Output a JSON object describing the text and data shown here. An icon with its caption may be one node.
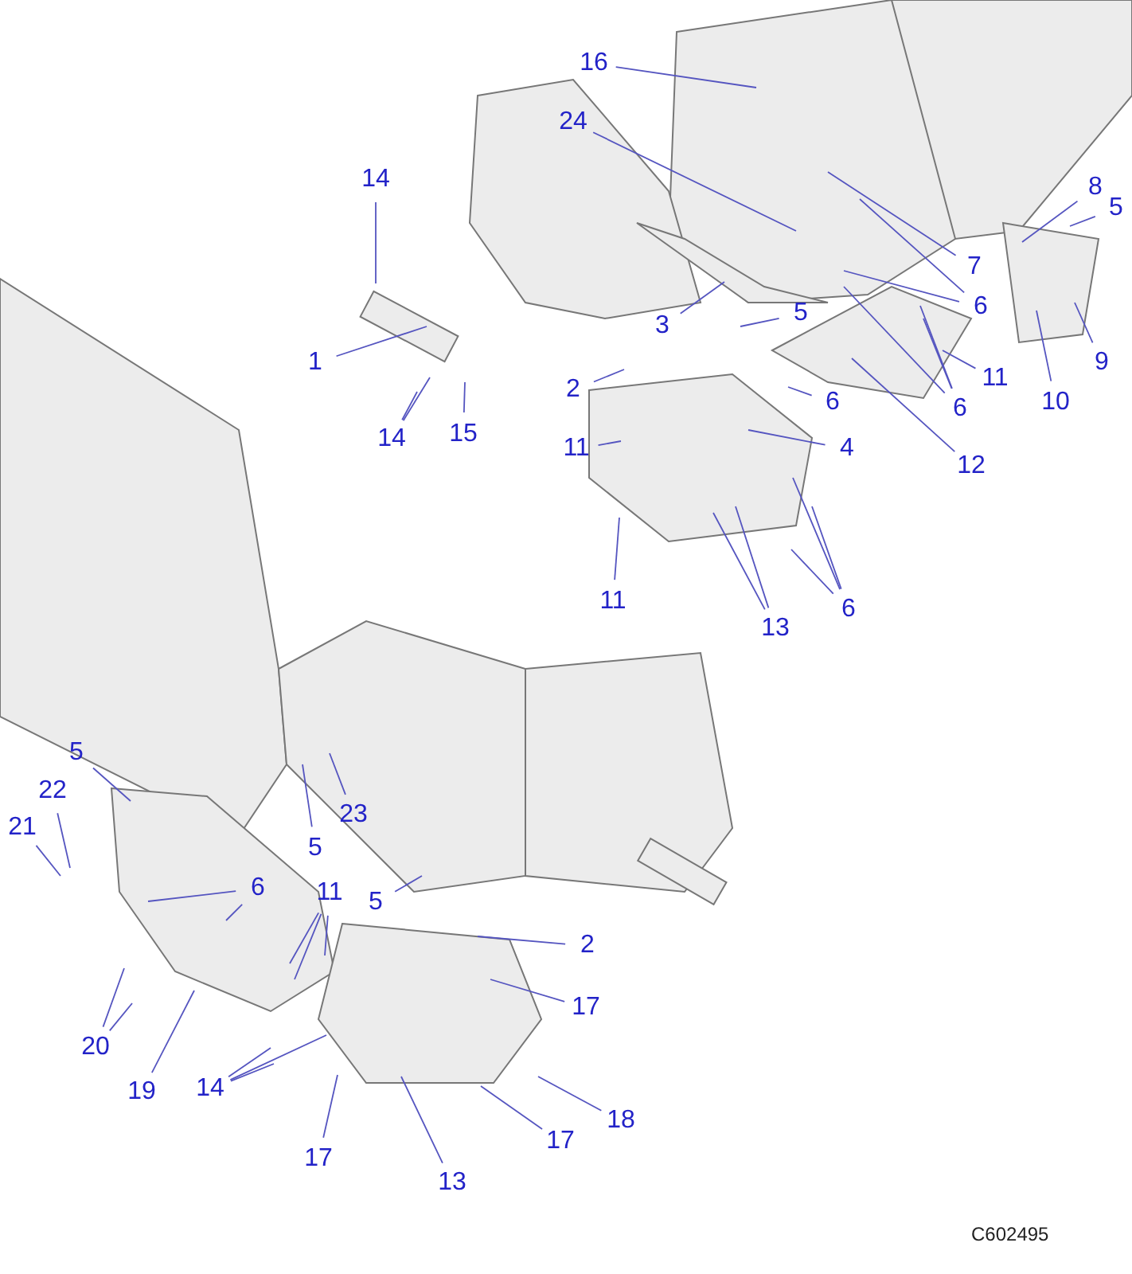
{
  "diagram": {
    "nodes": [
      {
        "text": [
          "16"
        ]
      },
      {
        "text": [
          "24"
        ]
      },
      {
        "text": [
          "14"
        ]
      },
      {
        "text": [
          "8"
        ]
      },
      {
        "text": [
          "5"
        ]
      },
      {
        "text": [
          "7"
        ]
      },
      {
        "text": [
          "6"
        ]
      },
      {
        "text": [
          "3"
        ]
      },
      {
        "text": [
          "5"
        ]
      },
      {
        "text": [
          "1"
        ]
      },
      {
        "text": [
          "11"
        ]
      },
      {
        "text": [
          "10"
        ]
      },
      {
        "text": [
          "9"
        ]
      },
      {
        "text": [
          "6"
        ]
      },
      {
        "text": [
          "6"
        ]
      },
      {
        "text": [
          "2"
        ]
      },
      {
        "text": [
          "14"
        ]
      },
      {
        "text": [
          "15"
        ]
      },
      {
        "text": [
          "11"
        ]
      },
      {
        "text": [
          "4"
        ]
      },
      {
        "text": [
          "12"
        ]
      },
      {
        "text": [
          "11"
        ]
      },
      {
        "text": [
          "13"
        ]
      },
      {
        "text": [
          "6"
        ]
      },
      {
        "text": [
          "5"
        ]
      },
      {
        "text": [
          "22"
        ]
      },
      {
        "text": [
          "21"
        ]
      },
      {
        "text": [
          "23"
        ]
      },
      {
        "text": [
          "5"
        ]
      },
      {
        "text": [
          "5"
        ]
      },
      {
        "text": [
          "6"
        ]
      },
      {
        "text": [
          "11"
        ]
      },
      {
        "text": [
          "2"
        ]
      },
      {
        "text": [
          "17"
        ]
      },
      {
        "text": [
          "20"
        ]
      },
      {
        "text": [
          "19"
        ]
      },
      {
        "text": [
          "14"
        ]
      },
      {
        "text": [
          "17"
        ]
      },
      {
        "text": [
          "13"
        ]
      },
      {
        "text": [
          "17"
        ]
      },
      {
        "text": [
          "18"
        ]
      }
    ],
    "edges": [
      {
        "from": 0,
        "to": null,
        "arrow": "none"
      },
      {
        "from": 1,
        "to": null,
        "arrow": "none"
      },
      {
        "from": 2,
        "to": null,
        "arrow": "none"
      },
      {
        "from": 3,
        "to": null,
        "arrow": "none"
      },
      {
        "from": 4,
        "to": null,
        "arrow": "none"
      },
      {
        "from": 5,
        "to": null,
        "arrow": "none"
      },
      {
        "from": 6,
        "to": null,
        "arrow": "none"
      },
      {
        "from": 6,
        "to": null,
        "arrow": "none"
      },
      {
        "from": 7,
        "to": null,
        "arrow": "none"
      },
      {
        "from": 8,
        "to": null,
        "arrow": "none"
      },
      {
        "from": 9,
        "to": null,
        "arrow": "none"
      },
      {
        "from": 10,
        "to": null,
        "arrow": "none"
      },
      {
        "from": 11,
        "to": null,
        "arrow": "none"
      },
      {
        "from": 12,
        "to": null,
        "arrow": "none"
      },
      {
        "from": 13,
        "to": null,
        "arrow": "none"
      },
      {
        "from": 13,
        "to": null,
        "arrow": "none"
      },
      {
        "from": 13,
        "to": null,
        "arrow": "none"
      },
      {
        "from": 14,
        "to": null,
        "arrow": "none"
      },
      {
        "from": 15,
        "to": null,
        "arrow": "none"
      },
      {
        "from": 16,
        "to": null,
        "arrow": "none"
      },
      {
        "from": 16,
        "to": null,
        "arrow": "none"
      },
      {
        "from": 17,
        "to": null,
        "arrow": "none"
      },
      {
        "from": 18,
        "to": null,
        "arrow": "none"
      },
      {
        "from": 19,
        "to": null,
        "arrow": "none"
      },
      {
        "from": 20,
        "to": null,
        "arrow": "none"
      },
      {
        "from": 21,
        "to": null,
        "arrow": "none"
      },
      {
        "from": 22,
        "to": null,
        "arrow": "none"
      },
      {
        "from": 22,
        "to": null,
        "arrow": "none"
      },
      {
        "from": 23,
        "to": null,
        "arrow": "none"
      },
      {
        "from": 23,
        "to": null,
        "arrow": "none"
      },
      {
        "from": 23,
        "to": null,
        "arrow": "none"
      },
      {
        "from": 24,
        "to": null,
        "arrow": "none"
      },
      {
        "from": 25,
        "to": null,
        "arrow": "none"
      },
      {
        "from": 26,
        "to": null,
        "arrow": "none"
      },
      {
        "from": 27,
        "to": null,
        "arrow": "none"
      },
      {
        "from": 28,
        "to": null,
        "arrow": "none"
      },
      {
        "from": 29,
        "to": null,
        "arrow": "none"
      },
      {
        "from": 30,
        "to": null,
        "arrow": "none"
      },
      {
        "from": 30,
        "to": null,
        "arrow": "none"
      },
      {
        "from": 31,
        "to": null,
        "arrow": "none"
      },
      {
        "from": 31,
        "to": null,
        "arrow": "none"
      },
      {
        "from": 31,
        "to": null,
        "arrow": "none"
      },
      {
        "from": 32,
        "to": null,
        "arrow": "none"
      },
      {
        "from": 33,
        "to": null,
        "arrow": "none"
      },
      {
        "from": 34,
        "to": null,
        "arrow": "none"
      },
      {
        "from": 34,
        "to": null,
        "arrow": "none"
      },
      {
        "from": 35,
        "to": null,
        "arrow": "none"
      },
      {
        "from": 36,
        "to": null,
        "arrow": "none"
      },
      {
        "from": 36,
        "to": null,
        "arrow": "none"
      },
      {
        "from": 36,
        "to": null,
        "arrow": "none"
      },
      {
        "from": 37,
        "to": null,
        "arrow": "none"
      },
      {
        "from": 38,
        "to": null,
        "arrow": "none"
      },
      {
        "from": 39,
        "to": null,
        "arrow": "none"
      },
      {
        "from": 40,
        "to": null,
        "arrow": "none"
      }
    ],
    "labels": [
      "C602495"
    ]
  }
}
